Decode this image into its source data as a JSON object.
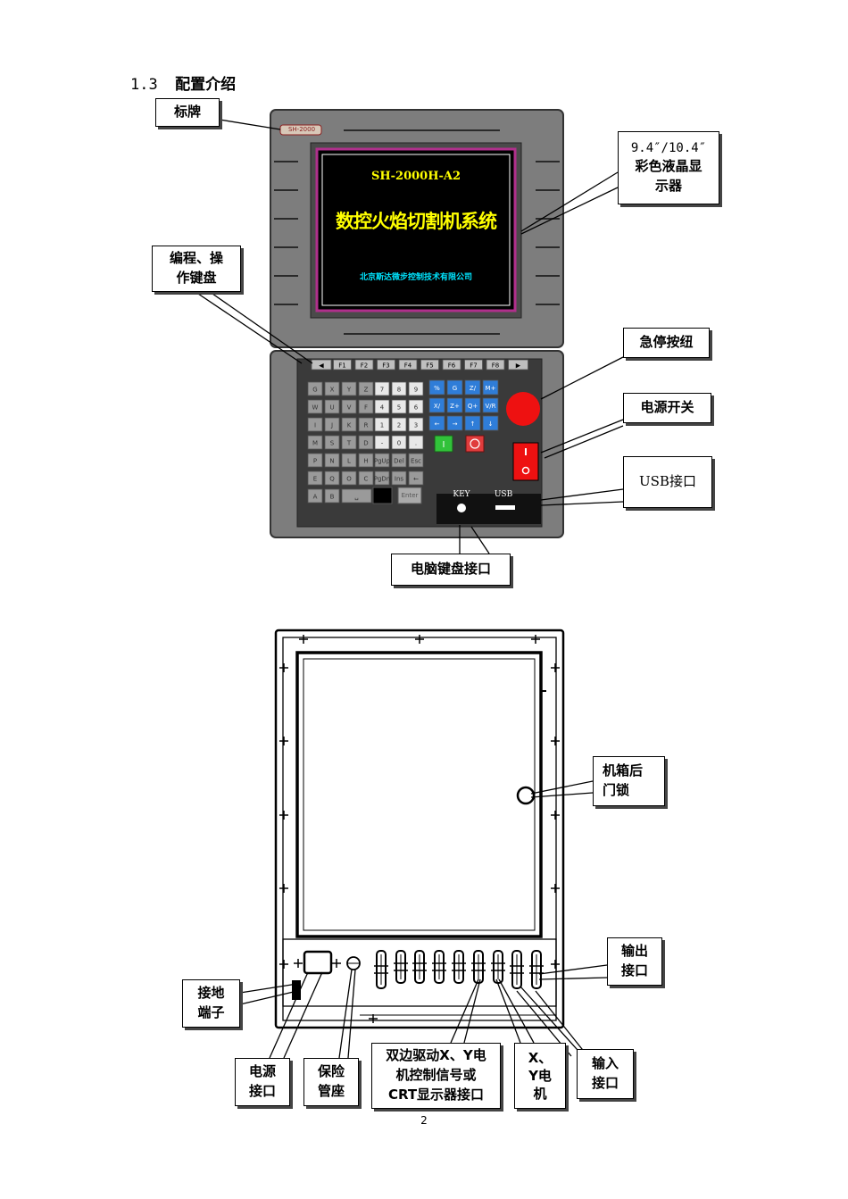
{
  "section": {
    "number": "1.3",
    "title": "配置介绍"
  },
  "front_panel": {
    "nameplate_text": "SH-2000",
    "screen": {
      "model": "SH-2000H-A2",
      "title": "数控火焰切割机系统",
      "company": "北京斯达微步控制技术有限公司"
    },
    "function_keys": [
      "◀",
      "F1",
      "F2",
      "F3",
      "F4",
      "F5",
      "F6",
      "F7",
      "F8",
      "▶"
    ],
    "letter_keys": [
      [
        "G",
        "X",
        "Y",
        "Z"
      ],
      [
        "W",
        "U",
        "V",
        "F"
      ],
      [
        "I",
        "J",
        "K",
        "R"
      ],
      [
        "M",
        "S",
        "T",
        "D"
      ],
      [
        "P",
        "N",
        "L",
        "H"
      ],
      [
        "E",
        "Q",
        "O",
        "C"
      ]
    ],
    "last_row_keys": [
      "A",
      "B",
      "␣"
    ],
    "number_keys": [
      [
        "7",
        "8",
        "9"
      ],
      [
        "4",
        "5",
        "6"
      ],
      [
        "1",
        "2",
        "3"
      ],
      [
        "-",
        "0",
        "."
      ],
      [
        "PgUp",
        "Del",
        "Esc"
      ],
      [
        "PgDn",
        "Ins",
        "←"
      ]
    ],
    "enter_key": "Enter",
    "blue_keys": [
      [
        "%",
        "G",
        "Z/",
        "M+"
      ],
      [
        "X/",
        "Z+",
        "Q+",
        "V/R"
      ],
      [
        "←",
        "→",
        "↑",
        "↓"
      ]
    ],
    "port_labels": {
      "key": "KEY",
      "usb": "USB"
    }
  },
  "callouts": {
    "nameplate": "标牌",
    "lcd": [
      "9.4″/10.4″",
      "彩色液晶显",
      "示器"
    ],
    "keyboard": [
      "编程、操",
      "作键盘"
    ],
    "estop": "急停按纽",
    "power_switch": "电源开关",
    "usb": "USB接口",
    "pc_keyboard": "电脑键盘接口",
    "rear_lock": [
      "机箱后",
      "门锁"
    ],
    "output": [
      "输出",
      "接口"
    ],
    "ground": [
      "接地",
      "端子"
    ],
    "power_port": [
      "电源",
      "接口"
    ],
    "fuse": [
      "保险",
      "管座"
    ],
    "dual_drive": [
      "双边驱动X、Y电",
      "机控制信号或",
      "CRT显示器接口"
    ],
    "xy_motor": [
      "X、",
      "Y电",
      "机"
    ],
    "input": [
      "输入",
      "接口"
    ]
  },
  "page_number": "2",
  "colors": {
    "panel_gray": "#7d7d7d",
    "screen_bg": "#000000",
    "screen_border": "#b0308c",
    "screen_title": "#ffff00",
    "screen_company": "#00e5ff",
    "blue_key": "#2f7dd8",
    "estop_red": "#ee1111",
    "green_key": "#31c23a"
  }
}
